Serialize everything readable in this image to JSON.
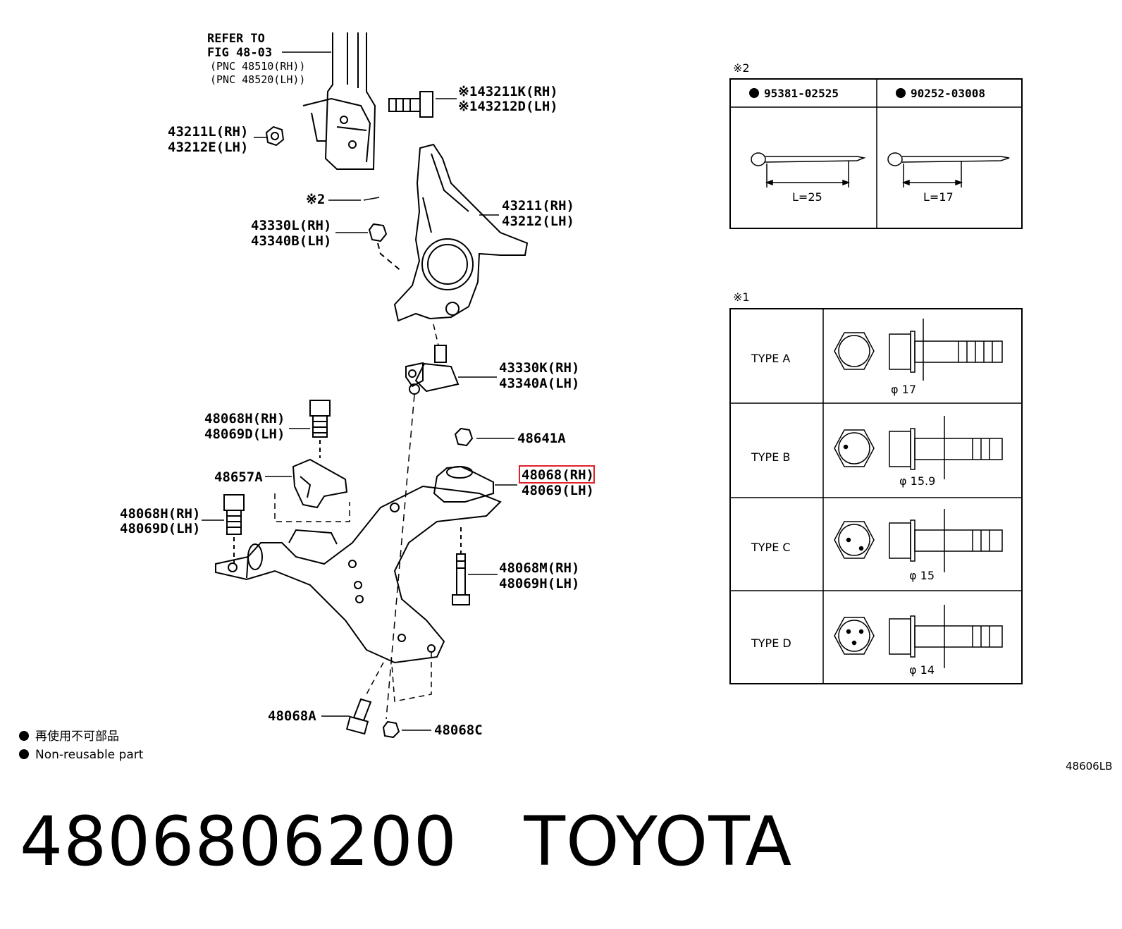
{
  "refer": {
    "line1": "REFER TO",
    "line2": "FIG 48-03",
    "pnc1": "(PNC 48510(RH))",
    "pnc2": "(PNC 48520(LH))"
  },
  "labels": {
    "bolt_top_rh": "※143211K(RH)",
    "bolt_top_lh": "※143212D(LH)",
    "nut_top_rh": "43211L(RH)",
    "nut_top_lh": "43212E(LH)",
    "pin_ref": "※2",
    "castle_nut_rh": "43330L(RH)",
    "castle_nut_lh": "43340B(LH)",
    "knuckle_rh": "43211(RH)",
    "knuckle_lh": "43212(LH)",
    "ball_joint_rh": "43330K(RH)",
    "ball_joint_lh": "43340A(LH)",
    "bolt_a_rh": "48068H(RH)",
    "bolt_a_lh": "48069D(LH)",
    "nut_48641": "48641A",
    "bracket": "48657A",
    "arm_rh": "48068(RH)",
    "arm_lh": "48069(LH)",
    "bolt_b_rh": "48068H(RH)",
    "bolt_b_lh": "48069D(LH)",
    "bolt_c_rh": "48068M(RH)",
    "bolt_c_lh": "48069H(LH)",
    "bolt_48068a": "48068A",
    "nut_48068c": "48068C"
  },
  "legend": {
    "line1": "再使用不可部品",
    "line2": "Non-reusable part"
  },
  "image_code": "48606LB",
  "pin_table": {
    "ref": "※2",
    "col1_part": "95381-02525",
    "col1_length": "L=25",
    "col2_part": "90252-03008",
    "col2_length": "L=17"
  },
  "type_table": {
    "ref": "※1",
    "rows": [
      {
        "type": "TYPE A",
        "dia": "φ 17"
      },
      {
        "type": "TYPE B",
        "dia": "φ 15.9"
      },
      {
        "type": "TYPE C",
        "dia": "φ 15"
      },
      {
        "type": "TYPE D",
        "dia": "φ 14"
      }
    ]
  },
  "footer": {
    "part_number": "4806806200",
    "brand": "TOYOTA"
  },
  "colors": {
    "ink": "#000000",
    "highlight": "#e0202a"
  }
}
